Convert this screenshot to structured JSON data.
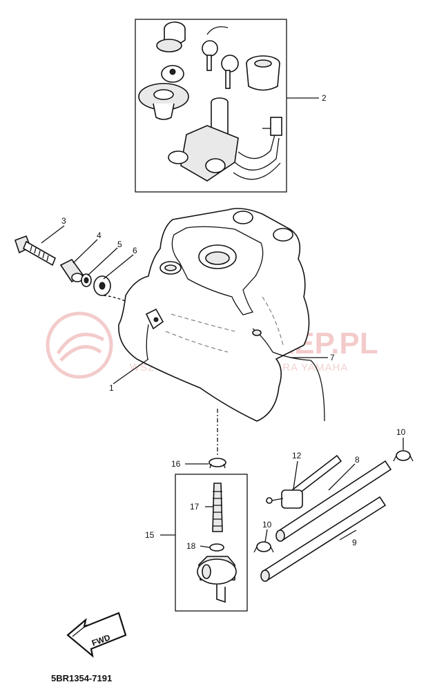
{
  "callouts": {
    "c1": "1",
    "c2": "2",
    "c3": "3",
    "c4": "4",
    "c5": "5",
    "c6": "6",
    "c7": "7",
    "c8": "8",
    "c9": "9",
    "c10a": "10",
    "c10b": "10",
    "c12": "12",
    "c15": "15",
    "c16": "16",
    "c17": "17",
    "c18": "18"
  },
  "fwd_label": "FWD",
  "diagram_code": "5BR1354-7191",
  "watermark": {
    "brand": "YAMA-SKLEP.PL",
    "tagline": "WSZYSTKIE CZĘŚCI DEALERA YAMAHA"
  },
  "colors": {
    "line": "#111111",
    "watermark": "#f2c6c6"
  }
}
